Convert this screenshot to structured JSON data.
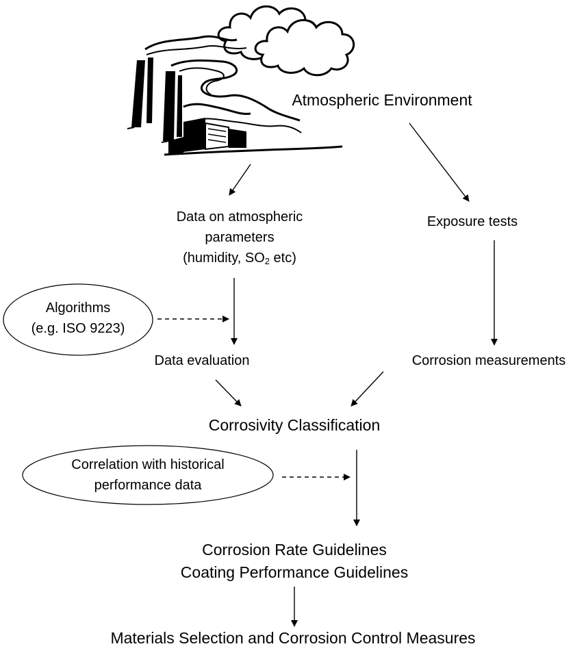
{
  "nodes": {
    "atmospheric_environment": "Atmospheric Environment",
    "data_params": {
      "line1": "Data on atmospheric",
      "line2": "parameters",
      "line3_pre": "(humidity, SO",
      "line3_sub": "2",
      "line3_post": " etc)"
    },
    "exposure_tests": "Exposure tests",
    "algorithms": {
      "line1": "Algorithms",
      "line2": "(e.g. ISO 9223)"
    },
    "data_evaluation": "Data evaluation",
    "corrosion_measurements": "Corrosion measurements",
    "corrosivity_classification": "Corrosivity Classification",
    "correlation": {
      "line1": "Correlation with historical",
      "line2": "performance data"
    },
    "guidelines": {
      "line1": "Corrosion Rate Guidelines",
      "line2": "Coating Performance Guidelines"
    },
    "materials_selection": "Materials Selection and Corrosion Control Measures"
  },
  "illustration": {
    "icon": "factory-smokestacks-with-clouds-illustration"
  },
  "colors": {
    "stroke": "#000000",
    "background": "#ffffff"
  }
}
